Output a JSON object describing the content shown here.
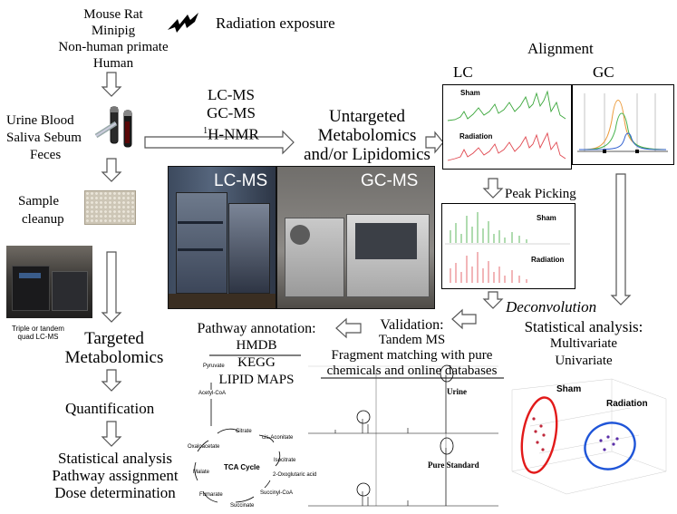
{
  "species": {
    "line1": "Mouse Rat",
    "line2": "Minipig",
    "line3": "Non-human primate",
    "line4": "Human"
  },
  "radiation": {
    "label": "Radiation exposure"
  },
  "samples": {
    "line1": "Urine  Blood",
    "line2": "Saliva  Sebum",
    "line3": "Feces"
  },
  "cleanup": {
    "line1": "Sample",
    "line2": "cleanup"
  },
  "platforms": {
    "line1": "LC-MS",
    "line2": "GC-MS",
    "line3_sup": "1",
    "line3": "H-NMR"
  },
  "untargeted": {
    "line1": "Untargeted",
    "line2": "Metabolomics",
    "line3": "and/or Lipidomics"
  },
  "alignment": {
    "title": "Alignment",
    "lc": "LC",
    "gc": "GC"
  },
  "lc_panel": {
    "sham": "Sham",
    "radiation": "Radiation"
  },
  "peak": {
    "label": "Peak Picking",
    "sham": "Sham",
    "radiation": "Radiation"
  },
  "photos": {
    "lcms": "LC-MS",
    "gcms": "GC-MS",
    "instrument_caption_1": "Triple or tandem",
    "instrument_caption_2": "quad LC-MS"
  },
  "deconvolution": {
    "label": "Deconvolution"
  },
  "stats_right": {
    "line1": "Statistical analysis:",
    "line2": "Multivariate",
    "line3": "Univariate"
  },
  "validation": {
    "line1": "Validation:",
    "line2": "Tandem MS",
    "line3": "Fragment matching with pure",
    "line4": "chemicals and online databases"
  },
  "pathway": {
    "title": "Pathway annotation:",
    "db1": "HMDB",
    "db2": "KEGG",
    "db3": "LIPID MAPS"
  },
  "targeted": {
    "line1": "Targeted",
    "line2": "Metabolomics"
  },
  "quant": {
    "label": "Quantification"
  },
  "bottom": {
    "line1": "Statistical analysis",
    "line2": "Pathway assignment",
    "line3": "Dose determination"
  },
  "tca": {
    "center": "TCA Cycle",
    "pyruvate": "Pyruvate",
    "acetyl": "Acetyl-CoA",
    "citrate": "Citrate",
    "cis": "cis-Aconitate",
    "isocitrate": "Isocitrate",
    "oxoglutaric": "2-Oxoglutaric acid",
    "succinyl": "Succinyl-CoA",
    "succinate": "Succinate",
    "fumarate": "Fumarate",
    "malate": "Malate",
    "oxaloacetate": "Oxaloacetate"
  },
  "spectra": {
    "urine": "Urine",
    "pure": "Pure Standard"
  },
  "pca": {
    "sham": "Sham",
    "radiation": "Radiation"
  },
  "colors": {
    "sham": "#e21a1a",
    "radiation": "#1f55d8",
    "green_trace": "#3aa63a",
    "red_trace": "#e0474f"
  }
}
